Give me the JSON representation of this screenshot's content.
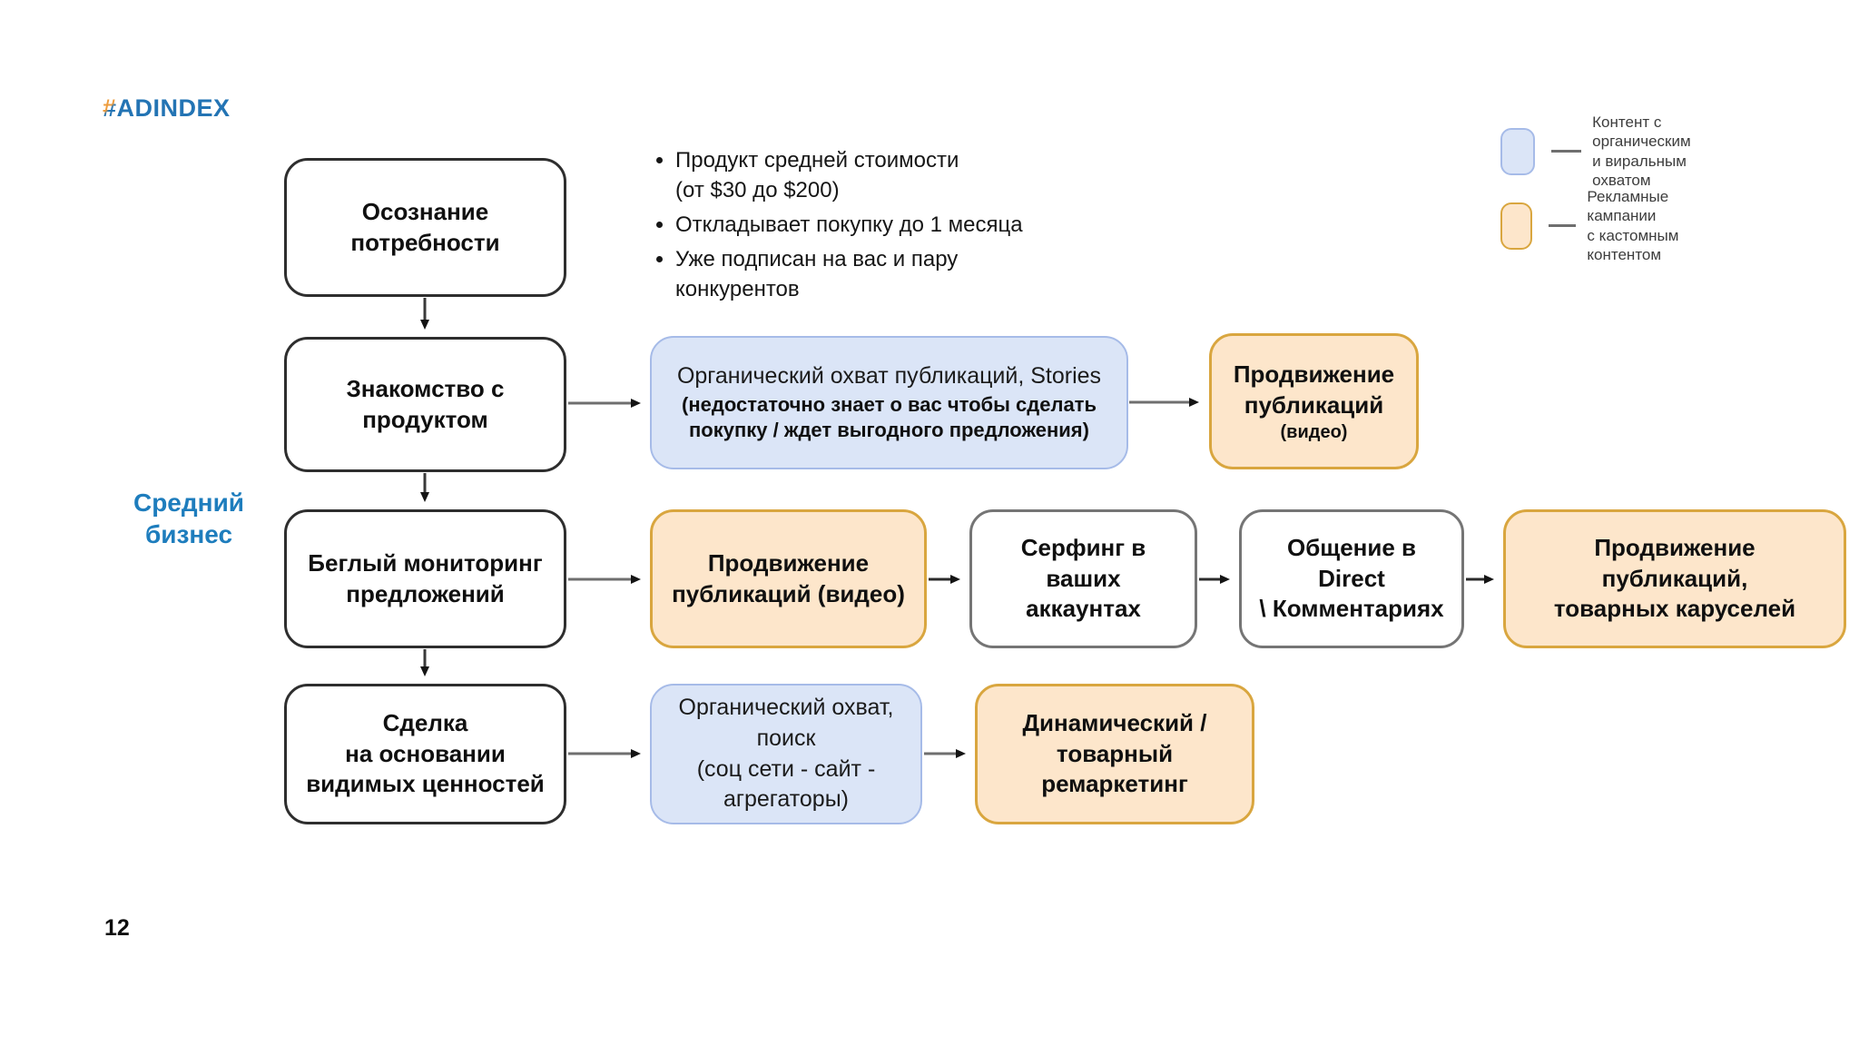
{
  "logo": {
    "hash": "#",
    "name": "ADINDEX"
  },
  "page_number": "12",
  "segment_label": "Средний\nбизнес",
  "audience_notes": [
    "Продукт средней стоимости\n(от $30 до $200)",
    "Откладывает покупку до 1 месяца",
    "Уже подписан на вас и пару\nконкурентов"
  ],
  "stages": [
    {
      "label": "Осознание\nпотребности"
    },
    {
      "label": "Знакомство с\nпродуктом"
    },
    {
      "label": "Беглый мониторинг\nпредложений"
    },
    {
      "label": "Сделка\nна основании\nвидимых ценностей"
    }
  ],
  "flow": {
    "awareness_row": {
      "organic_reach": {
        "line1": "Органический охват публикаций, Stories",
        "line2": "(недостаточно знает о вас чтобы сделать\nпокупку / ждет выгодного предложения)"
      },
      "promo_publications": {
        "title": "Продвижение\nпубликаций",
        "sub": "(видео)"
      }
    },
    "monitoring_row": {
      "promo_publications_video": "Продвижение\nпубликаций (видео)",
      "surfing_accounts": "Серфинг в ваших\nаккаунтах",
      "direct_comments": "Общение в Direct\n\\ Комментариях",
      "promo_carousels": "Продвижение публикаций,\nтоварных каруселей"
    },
    "deal_row": {
      "organic_search": "Органический охват,\nпоиск\n(соц сети - сайт -\nагрегаторы)",
      "dynamic_remarketing": "Динамический /\nтоварный\nремаркетинг"
    }
  },
  "legend": {
    "items": [
      {
        "type": "organic",
        "label": "Контент с органическим\nи виральным охватом"
      },
      {
        "type": "ads",
        "label": "Рекламные кампании\nс кастомным контентом"
      }
    ]
  },
  "colors": {
    "organic_fill": "#dbe5f7",
    "organic_border": "#a6bbe8",
    "ads_fill": "#fde6cb",
    "ads_border": "#d9a63f",
    "accent_blue": "#1e7dbd",
    "logo_blue": "#2374b4",
    "logo_orange": "#ee9c3d"
  }
}
